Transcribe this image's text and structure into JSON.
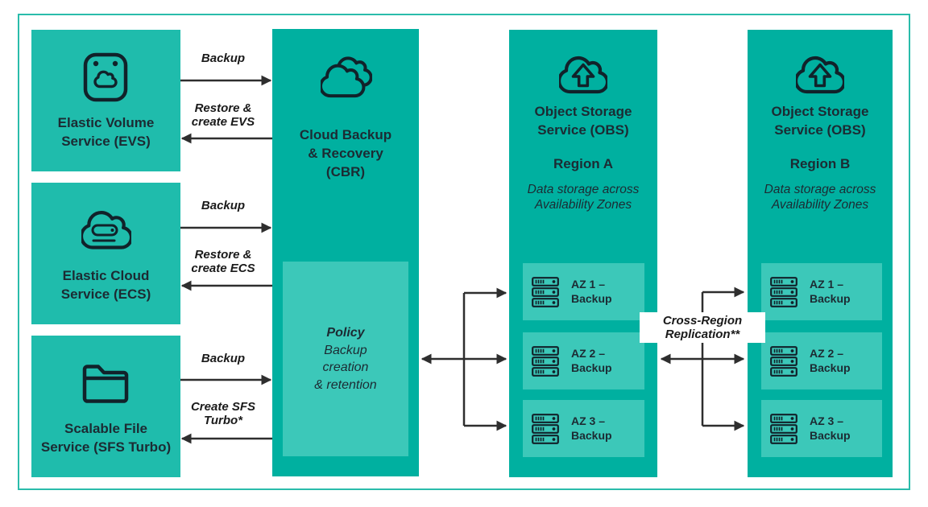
{
  "colors": {
    "box_teal_light": "#1fbcac",
    "box_teal_dark": "#00b0a0",
    "box_teal_inner": "#3cc8b9",
    "frame_border": "#2abcab",
    "text_dark": "#1c2b33",
    "icon_stroke": "#11222a",
    "arrow": "#2e2e2e"
  },
  "icons": {
    "evs": "disk-cloud-icon",
    "ecs": "cloud-compute-icon",
    "sfs": "folder-icon",
    "cbr": "double-cloud-icon",
    "obs": "cloud-upload-icon",
    "az": "server-stack-icon"
  },
  "services": [
    {
      "id": "evs",
      "title": "Elastic Volume\nService (EVS)"
    },
    {
      "id": "ecs",
      "title": "Elastic Cloud\nService (ECS)"
    },
    {
      "id": "sfs",
      "title": "Scalable File\nService (SFS Turbo)"
    }
  ],
  "cbr": {
    "title": "Cloud Backup\n& Recovery\n(CBR)",
    "policy_title": "Policy",
    "policy_text": "Backup\ncreation\n& retention"
  },
  "regions": [
    {
      "id": "region-a",
      "service": "Object Storage\nService (OBS)",
      "region": "Region A",
      "subtitle": "Data storage across\nAvailability Zones",
      "azs": [
        "AZ 1 –\nBackup",
        "AZ 2 –\nBackup",
        "AZ 3 –\nBackup"
      ]
    },
    {
      "id": "region-b",
      "service": "Object Storage\nService (OBS)",
      "region": "Region B",
      "subtitle": "Data storage across\nAvailability Zones",
      "azs": [
        "AZ 1 –\nBackup",
        "AZ 2 –\nBackup",
        "AZ 3 –\nBackup"
      ]
    }
  ],
  "labels": {
    "evs_backup": "Backup",
    "evs_restore": "Restore &\ncreate EVS",
    "ecs_backup": "Backup",
    "ecs_restore": "Restore &\ncreate ECS",
    "sfs_backup": "Backup",
    "sfs_create": "Create SFS\nTurbo*",
    "cross_region": "Cross-Region\nReplication**"
  }
}
